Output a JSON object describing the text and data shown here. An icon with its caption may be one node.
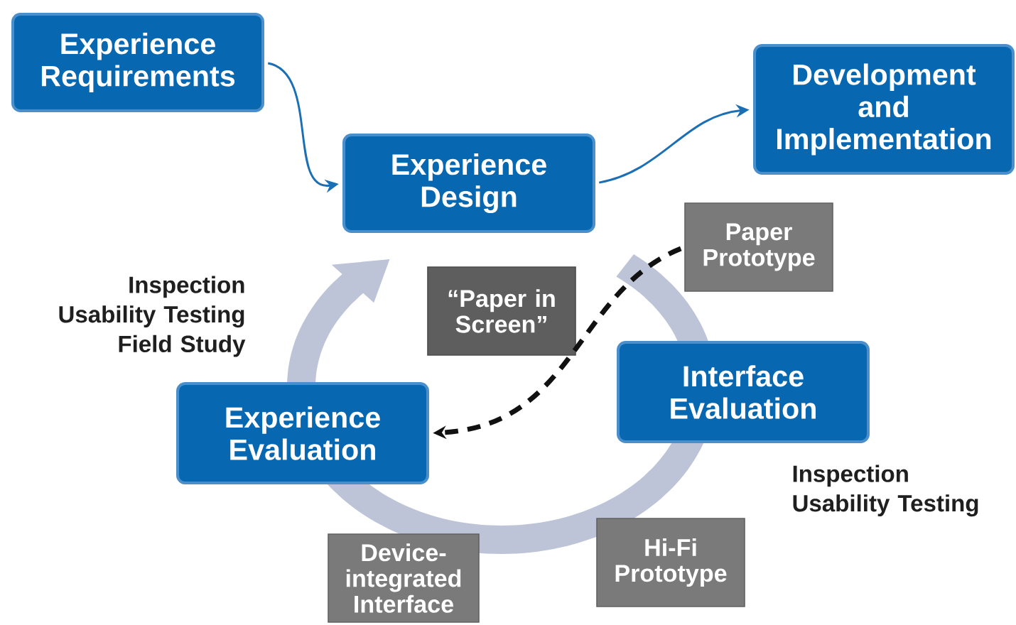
{
  "diagram": {
    "nodes": [
      {
        "text": [
          "Experience Requirements"
        ]
      },
      {
        "text": [
          "Experience Design"
        ]
      },
      {
        "text": [
          "Development and Implementation"
        ]
      },
      {
        "text": [
          "Paper Prototype"
        ]
      },
      {
        "text": [
          "“Paper in Screen”"
        ]
      },
      {
        "text": [
          "Interface Evaluation"
        ]
      },
      {
        "text": [
          "Experience Evaluation"
        ]
      },
      {
        "text": [
          "Device-integrated Interface"
        ]
      },
      {
        "text": [
          "Hi-Fi Prototype"
        ]
      }
    ],
    "edges": [
      {
        "from": 0,
        "to": 1,
        "arrow": "to"
      },
      {
        "from": 1,
        "to": 2,
        "arrow": "to"
      },
      {
        "from": 3,
        "to": 6,
        "arrow": "to",
        "style": "dashed",
        "color": "#111111"
      }
    ],
    "labels": [
      "Inspection Usability Testing Field Study",
      "Inspection Usability Testing"
    ]
  }
}
